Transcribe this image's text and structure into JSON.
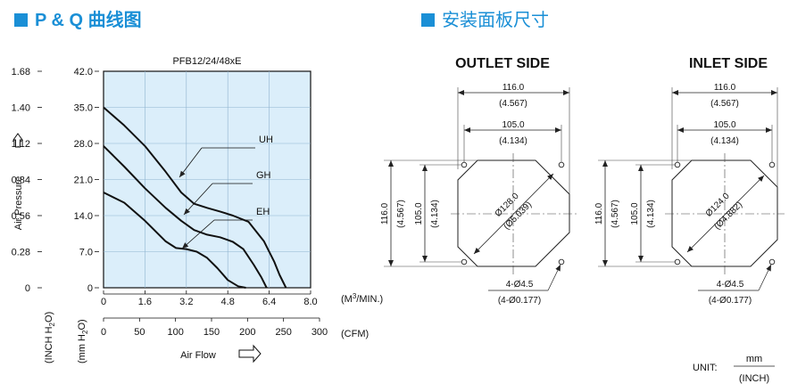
{
  "pq": {
    "title": "P & Q 曲线图",
    "model": "PFB12/24/48xE",
    "left_axis_ticks": [
      "1.68",
      "1.40",
      "1.12",
      "0.84",
      "0.56",
      "0.28",
      "0"
    ],
    "right_axis_ticks": [
      "42.0",
      "35.0",
      "28.0",
      "21.0",
      "14.0",
      "7.0",
      "0"
    ],
    "y_axis_label": "Air Pressure",
    "left_unit_label": "(INCH H2O)",
    "right_unit_label": "(mm H2O)",
    "x_ticks_m3": [
      "0",
      "1.6",
      "3.2",
      "4.8",
      "6.4",
      "8.0"
    ],
    "x_unit_m3": "(M3/MIN.)",
    "x_ticks_cfm": [
      "0",
      "50",
      "100",
      "150",
      "200",
      "250",
      "300"
    ],
    "x_unit_cfm": "(CFM)",
    "x_axis_label": "Air Flow",
    "curve_labels": [
      "UH",
      "GH",
      "EH"
    ],
    "plot_color": "#dbeefa"
  },
  "mount": {
    "title": "安装面板尺寸",
    "outlet_title": "OUTLET SIDE",
    "inlet_title": "INLET SIDE",
    "outer_mm": "116.0",
    "outer_inch": "(4.567)",
    "hole_mm": "105.0",
    "hole_inch": "(4.134)",
    "outlet_dia_mm": "Ø128.0",
    "outlet_dia_inch": "(Ø5.039)",
    "inlet_dia_mm": "Ø124.0",
    "inlet_dia_inch": "(Ø4.882)",
    "holes_mm": "4-Ø4.5",
    "holes_inch": "(4-Ø0.177)",
    "unit_label": "UNIT:",
    "unit_mm": "mm",
    "unit_inch": "(INCH)"
  },
  "chart_data": {
    "type": "line",
    "title": "PFB12/24/48xE",
    "xlabel": "Air Flow",
    "ylabel": "Air Pressure",
    "x_unit": "M3/MIN.",
    "y_unit": "mm H2O",
    "xlim": [
      0,
      8.0
    ],
    "ylim": [
      0,
      42.0
    ],
    "series": [
      {
        "name": "UH",
        "x": [
          0,
          0.8,
          1.6,
          2.4,
          3.0,
          3.5,
          4.0,
          4.5,
          5.0,
          5.6,
          6.2,
          6.6,
          6.8,
          7.05
        ],
        "y": [
          35.0,
          31.5,
          27.5,
          22.5,
          18.5,
          16.3,
          15.5,
          14.8,
          14.0,
          12.8,
          9.0,
          5.0,
          2.5,
          0
        ]
      },
      {
        "name": "GH",
        "x": [
          0,
          0.8,
          1.6,
          2.4,
          3.0,
          3.5,
          4.0,
          4.5,
          5.0,
          5.4,
          5.8,
          6.1,
          6.3
        ],
        "y": [
          27.5,
          23.5,
          19.3,
          15.5,
          13.0,
          11.2,
          10.3,
          9.8,
          8.9,
          7.5,
          4.5,
          2.0,
          0
        ]
      },
      {
        "name": "EH",
        "x": [
          0,
          0.8,
          1.6,
          2.4,
          2.8,
          3.2,
          3.6,
          4.0,
          4.4,
          4.8,
          5.2,
          5.5
        ],
        "y": [
          18.5,
          16.5,
          13.0,
          9.0,
          7.7,
          7.5,
          7.0,
          5.8,
          3.8,
          1.5,
          0.3,
          0
        ]
      }
    ]
  }
}
